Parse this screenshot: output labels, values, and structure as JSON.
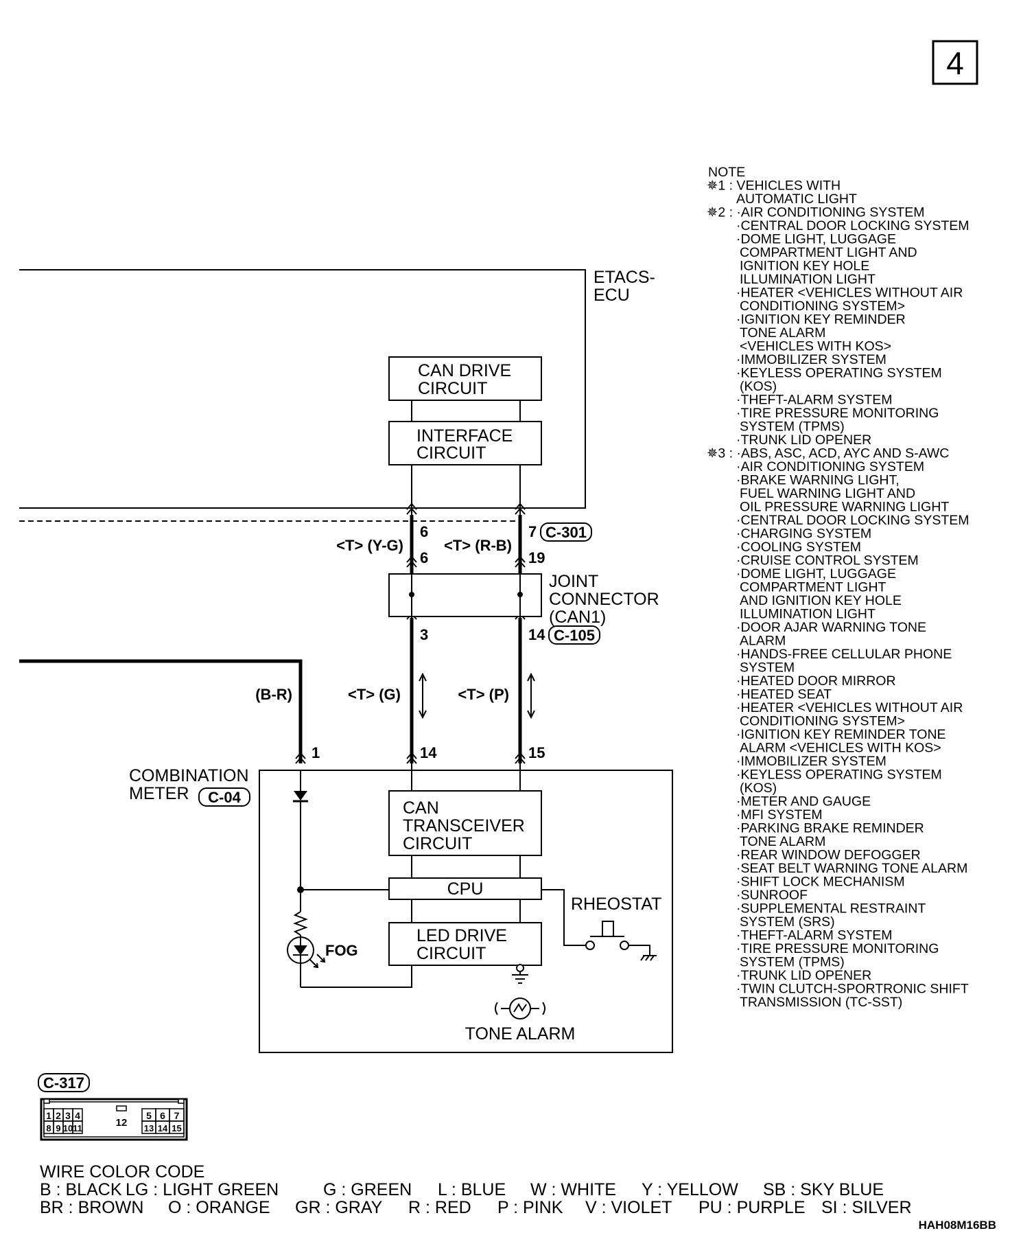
{
  "page_number": "4",
  "ecu": {
    "line1": "ETACS-",
    "line2": "ECU"
  },
  "blocks": {
    "can_drive": [
      "CAN DRIVE",
      "CIRCUIT"
    ],
    "interface": [
      "INTERFACE",
      "CIRCUIT"
    ],
    "joint": [
      "JOINT",
      "CONNECTOR",
      "(CAN1)"
    ],
    "can_transceiver": [
      "CAN",
      "TRANSCEIVER",
      "CIRCUIT"
    ],
    "cpu": "CPU",
    "led_drive": [
      "LED DRIVE",
      "CIRCUIT"
    ],
    "rheostat": "RHEOSTAT",
    "tone_alarm": "TONE ALARM",
    "fog": "FOG",
    "combination_meter": [
      "COMBINATION",
      "METER"
    ]
  },
  "connectors": {
    "c301": "C-301",
    "c105": "C-105",
    "c04": "C-04",
    "c317": "C-317"
  },
  "pins": {
    "left_top": "6",
    "left_mid": "6",
    "right_top": "7",
    "right_mid": "19",
    "left_bottom": "3",
    "right_bottom": "14",
    "meter_1": "1",
    "meter_14": "14",
    "meter_15": "15"
  },
  "wire_colors": {
    "yg": "<T> (Y-G)",
    "rb": "<T> (R-B)",
    "g": "<T> (G)",
    "p": "<T> (P)",
    "br": "(B-R)"
  },
  "c317_pins": {
    "top": [
      "1",
      "2",
      "3",
      "4",
      "5",
      "6",
      "7"
    ],
    "bottom": [
      "8",
      "9",
      "10",
      "11",
      "13",
      "14",
      "15"
    ],
    "center": "12"
  },
  "notes": [
    "NOTE",
    "✵1 : VEHICLES WITH",
    "AUTOMATIC LIGHT",
    "✵2 : ·AIR CONDITIONING SYSTEM",
    "·CENTRAL DOOR LOCKING SYSTEM",
    "·DOME LIGHT, LUGGAGE",
    "COMPARTMENT LIGHT AND",
    "IGNITION KEY HOLE",
    "ILLUMINATION LIGHT",
    "·HEATER <VEHICLES WITHOUT AIR",
    "CONDITIONING SYSTEM>",
    "·IGNITION KEY REMINDER",
    "TONE ALARM",
    "<VEHICLES WITH KOS>",
    "·IMMOBILIZER SYSTEM",
    "·KEYLESS OPERATING SYSTEM",
    "(KOS)",
    "·THEFT-ALARM SYSTEM",
    "·TIRE PRESSURE MONITORING",
    "SYSTEM (TPMS)",
    "·TRUNK LID OPENER",
    "✵3 : ·ABS, ASC, ACD, AYC AND S-AWC",
    "·AIR CONDITIONING SYSTEM",
    "·BRAKE WARNING LIGHT,",
    "FUEL WARNING LIGHT AND",
    "OIL PRESSURE WARNING LIGHT",
    "·CENTRAL DOOR LOCKING SYSTEM",
    "·CHARGING SYSTEM",
    "·COOLING SYSTEM",
    "·CRUISE CONTROL SYSTEM",
    "·DOME LIGHT, LUGGAGE",
    "COMPARTMENT LIGHT",
    "AND IGNITION KEY HOLE",
    "ILLUMINATION LIGHT",
    "·DOOR AJAR WARNING TONE",
    "ALARM",
    "·HANDS-FREE CELLULAR PHONE",
    "SYSTEM",
    "·HEATED DOOR MIRROR",
    "·HEATED SEAT",
    "·HEATER <VEHICLES WITHOUT AIR",
    "CONDITIONING SYSTEM>",
    "·IGNITION KEY REMINDER TONE",
    "ALARM <VEHICLES WITH KOS>",
    "·IMMOBILIZER SYSTEM",
    "·KEYLESS OPERATING SYSTEM",
    "(KOS)",
    "·METER AND GAUGE",
    "·MFI SYSTEM",
    "·PARKING BRAKE REMINDER",
    "TONE ALARM",
    "·REAR WINDOW DEFOGGER",
    "·SEAT BELT WARNING TONE ALARM",
    "·SHIFT LOCK MECHANISM",
    "·SUNROOF",
    "·SUPPLEMENTAL RESTRAINT",
    "SYSTEM (SRS)",
    "·THEFT-ALARM SYSTEM",
    "·TIRE PRESSURE MONITORING",
    "SYSTEM (TPMS)",
    "·TRUNK LID OPENER",
    "·TWIN CLUTCH-SPORTRONIC SHIFT",
    "TRANSMISSION (TC-SST)"
  ],
  "wire_color_code": {
    "title": "WIRE COLOR CODE",
    "row1": [
      "B : BLACK",
      "LG : LIGHT GREEN",
      "G : GREEN",
      "L : BLUE",
      "W : WHITE",
      "Y : YELLOW",
      "SB : SKY BLUE"
    ],
    "row2": [
      "BR : BROWN",
      "O : ORANGE",
      "GR : GRAY",
      "R : RED",
      "P : PINK",
      "V : VIOLET",
      "PU : PURPLE",
      "SI : SILVER"
    ]
  },
  "figure_code": "HAH08M16BB"
}
